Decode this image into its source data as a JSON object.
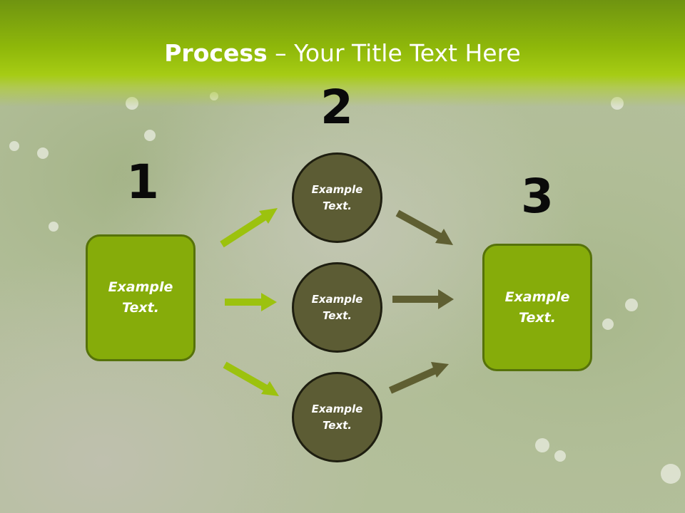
{
  "title": {
    "bold": "Process",
    "rest": " – Your Title Text Here"
  },
  "steps": [
    {
      "number": "1",
      "text_line1": "Example",
      "text_line2": "Text."
    },
    {
      "number": "2"
    },
    {
      "number": "3",
      "text_line1": "Example",
      "text_line2": "Text."
    }
  ],
  "circles": [
    {
      "text_line1": "Example",
      "text_line2": "Text."
    },
    {
      "text_line1": "Example",
      "text_line2": "Text."
    },
    {
      "text_line1": "Example",
      "text_line2": "Text."
    }
  ],
  "colors": {
    "header": "#8fb80a",
    "box_fill": "#86ac0a",
    "box_border": "#56720a",
    "circle_fill": "#5c5c34",
    "arrow_green": "#9cc20e",
    "arrow_olive": "#5f5f32",
    "background": "#b3bf9a"
  }
}
